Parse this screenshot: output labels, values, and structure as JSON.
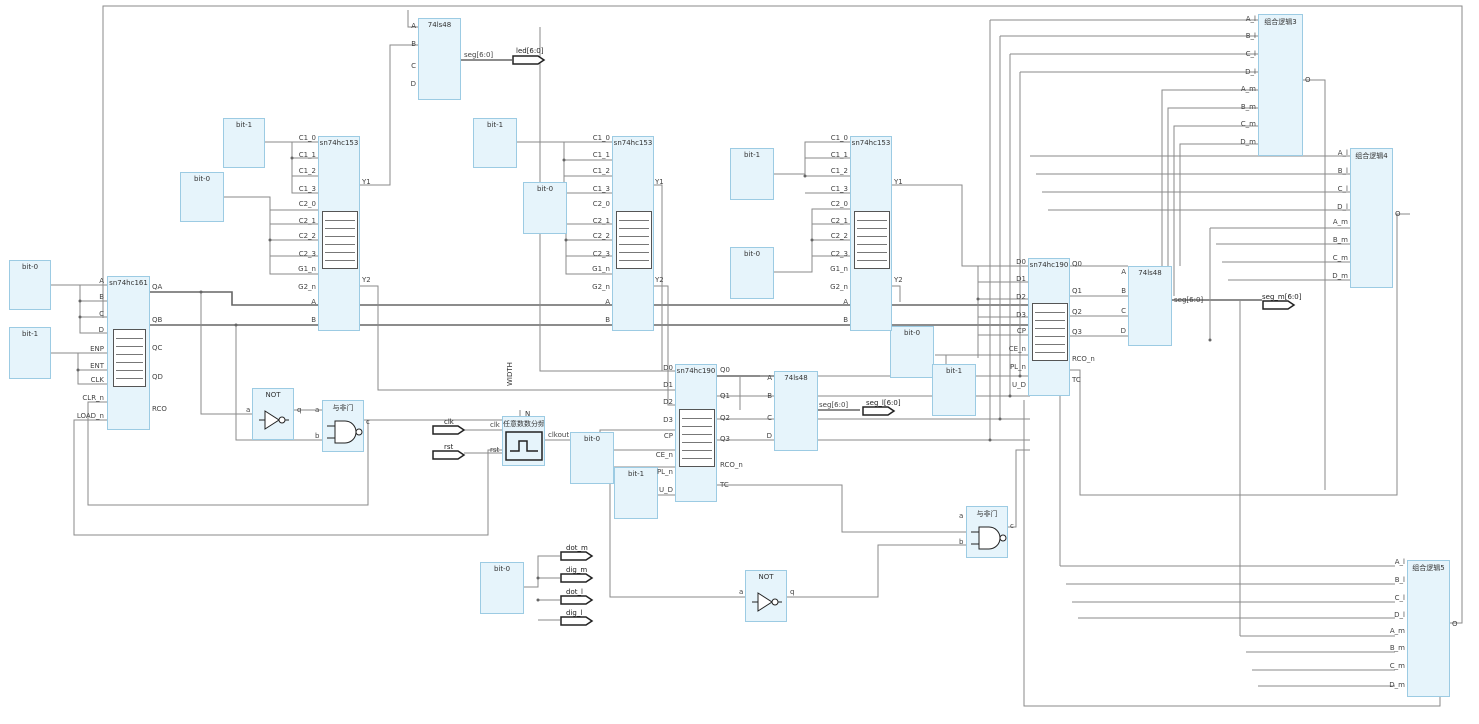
{
  "labels": {
    "bit0": "bit-0",
    "bit1": "bit-1",
    "not": "NOT",
    "nand": "与非门",
    "counter161": "sn74hc161",
    "mux153": "sn74hc153",
    "counter190": "sn74hc190",
    "dec48": "74ls48",
    "divider": "任意数数分频器",
    "combo3": "组合逻辑3",
    "combo4": "组合逻辑4",
    "combo5": "组合逻辑5",
    "width": "WIDTH",
    "n": "N"
  },
  "pins": {
    "p161_in": [
      "A",
      "B",
      "C",
      "D",
      "ENP",
      "ENT",
      "CLK",
      "CLR_n",
      "LOAD_n"
    ],
    "p161_out": [
      "QA",
      "QB",
      "QC",
      "QD",
      "RCO"
    ],
    "p153_in": [
      "C1_0",
      "C1_1",
      "C1_2",
      "C1_3",
      "C2_0",
      "C2_1",
      "C2_2",
      "C2_3",
      "G1_n",
      "G2_n",
      "A",
      "B"
    ],
    "p153_out": [
      "Y1",
      "Y2"
    ],
    "p190_in": [
      "D0",
      "D1",
      "D2",
      "D3",
      "CP",
      "CE_n",
      "PL_n",
      "U_D"
    ],
    "p190_out": [
      "Q0",
      "Q1",
      "Q2",
      "Q3",
      "RCO_n",
      "TC"
    ],
    "p48_in": [
      "A",
      "B",
      "C",
      "D"
    ],
    "p48_out": "seg[6:0]",
    "combo_in": [
      "A_l",
      "B_l",
      "C_l",
      "D_l",
      "A_m",
      "B_m",
      "C_m",
      "D_m"
    ],
    "combo_out": "O",
    "gate_in_a": "a",
    "gate_in_b": "b",
    "not_out": "q",
    "nand_out": "c",
    "div_clk": "clk",
    "div_rst": "rst",
    "div_out": "clkout"
  },
  "ports": {
    "led": "led[6:0]",
    "seg": "seg_l[6:0]",
    "seg_m": "seg_m[6:0]",
    "clk": "clk",
    "rst": "rst",
    "dot_m": "dot_m",
    "dig_m": "dig_m",
    "dot_l": "dot_l",
    "dig_l": "dig_l"
  }
}
